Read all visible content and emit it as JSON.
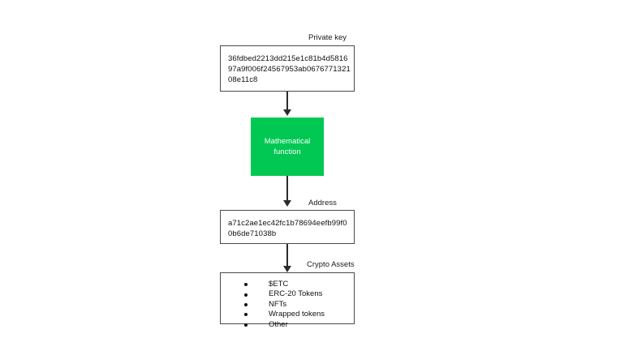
{
  "diagram": {
    "title_colors": {
      "function_fill": "#00c853",
      "function_text": "#ffffff",
      "box_border": "#4a4a4a",
      "arrow": "#2b2b2b",
      "background": "#ffffff"
    },
    "private_key": {
      "label": "Private key",
      "value": "36fdbed2213dd215e1c81b4d5816\n97a9f006f24567953ab0676771321\n08e11c8"
    },
    "function": {
      "label": "Mathematical\nfunction"
    },
    "address": {
      "label": "Address",
      "value": "a71c2ae1ec42fc1b78694eefb99f0\n0b6de71038b"
    },
    "crypto_assets": {
      "label": "Crypto Assets",
      "items": [
        {
          "name": "$ETC"
        },
        {
          "name": "ERC-20 Tokens"
        },
        {
          "name": "NFTs"
        },
        {
          "name": "Wrapped tokens"
        },
        {
          "name": "Other"
        }
      ]
    }
  }
}
